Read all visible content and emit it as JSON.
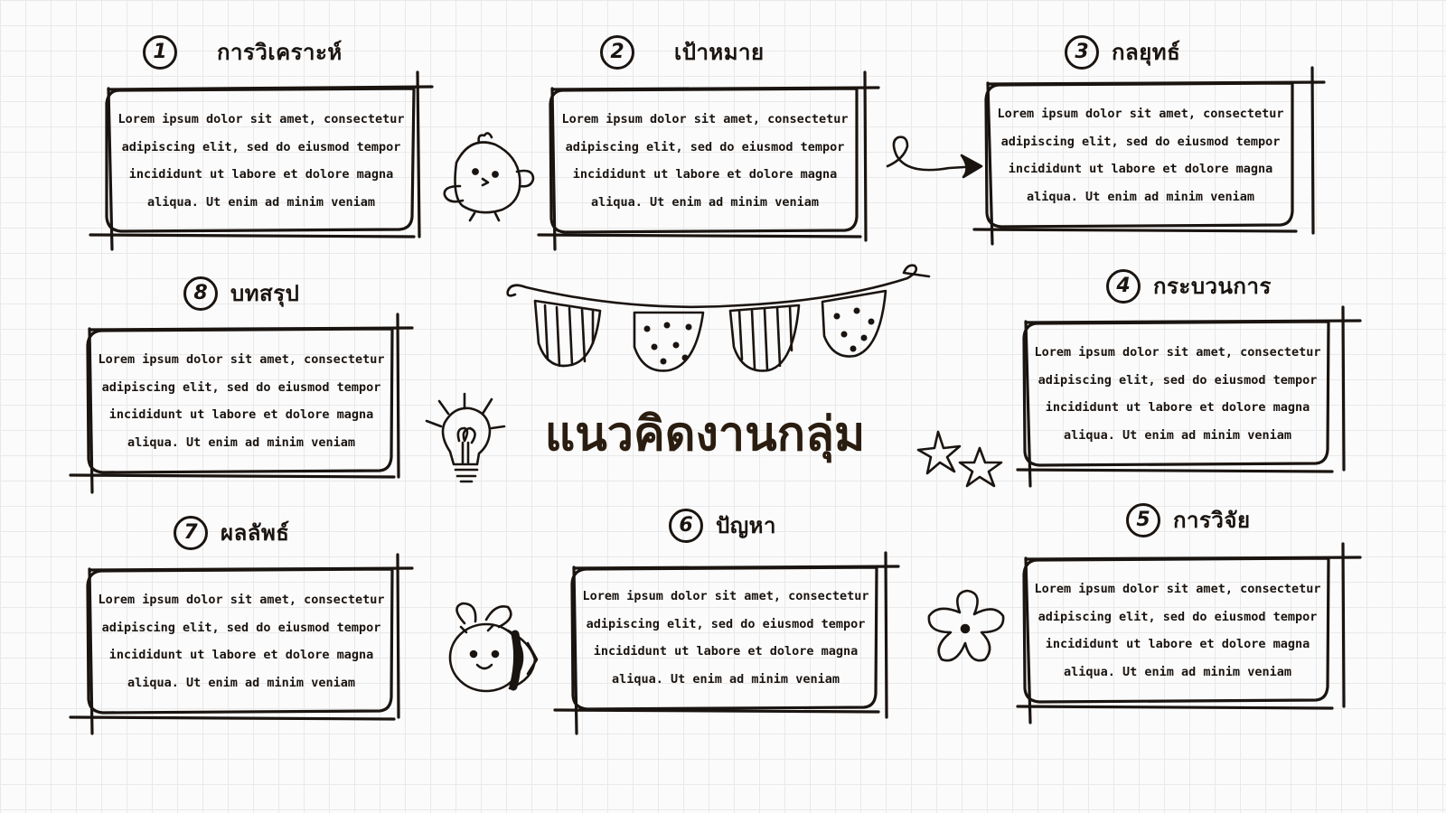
{
  "main_title": "แนวคิดงานกลุ่ม",
  "body_text": "Lorem ipsum dolor sit amet, consectetur\nadipiscing elit, sed do eiusmod tempor\nincididunt ut labore et dolore magna\naliqua. Ut enim ad minim veniam",
  "steps": [
    {
      "number": "1",
      "title": "การวิเคราะห์"
    },
    {
      "number": "2",
      "title": "เป้าหมาย"
    },
    {
      "number": "3",
      "title": "กลยุทธ์"
    },
    {
      "number": "4",
      "title": "กระบวนการ"
    },
    {
      "number": "5",
      "title": "การวิจัย"
    },
    {
      "number": "6",
      "title": "ปัญหา"
    },
    {
      "number": "7",
      "title": "ผลลัพธ์"
    },
    {
      "number": "8",
      "title": "บทสรุป"
    }
  ],
  "colors": {
    "ink": "#1a1410",
    "title_ink": "#2a1d10",
    "paper": "#fbfbfb",
    "grid": "#e9e9e9"
  },
  "decorations": [
    "chick-doodle",
    "arrow-doodle",
    "bunting-doodle",
    "lightbulb-doodle",
    "stars-doodle",
    "bee-doodle",
    "flower-doodle"
  ]
}
